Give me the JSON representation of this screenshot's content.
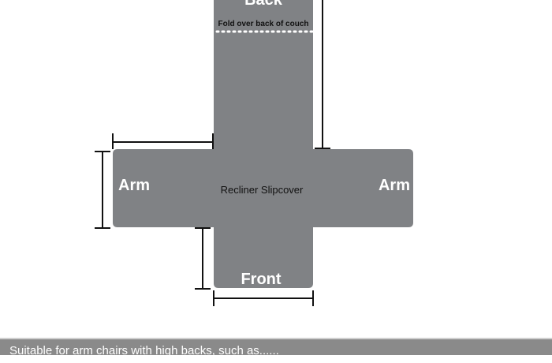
{
  "diagram": {
    "title": "Recliner Slipcover",
    "back_label": "Back",
    "fold_note": "Fold over back of couch",
    "arm_left_label": "Arm",
    "arm_right_label": "Arm",
    "front_label": "Front",
    "fill_color": "#808285"
  },
  "banner": {
    "text": "Suitable for arm chairs with high backs, such as......"
  }
}
